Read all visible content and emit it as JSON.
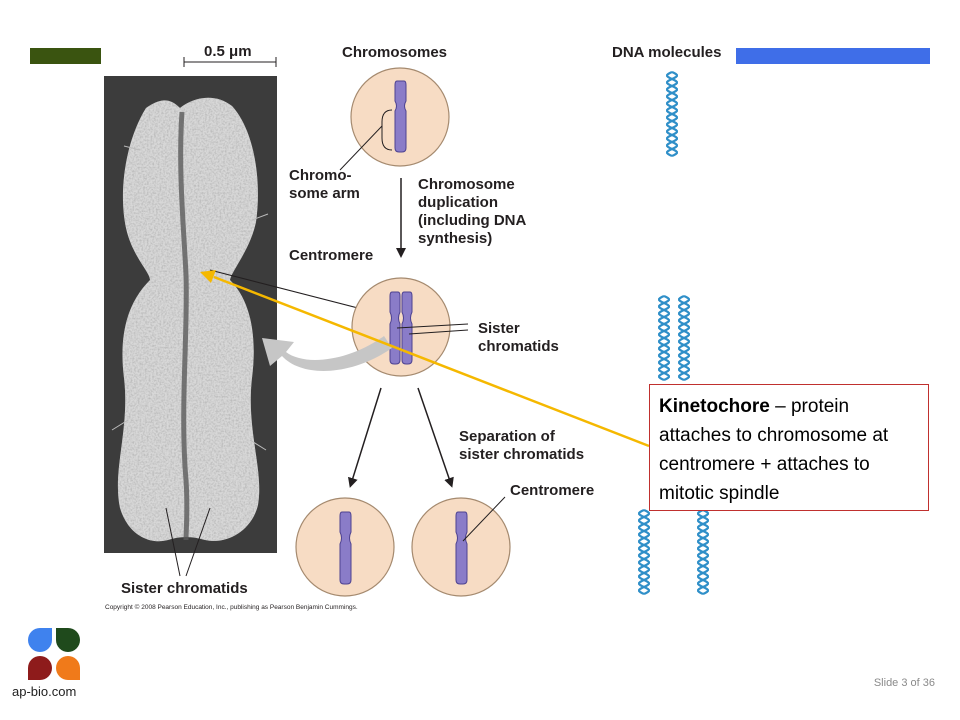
{
  "header": {
    "scale_label": "0.5 μm",
    "chromosomes_label": "Chromosomes",
    "dna_label": "DNA molecules"
  },
  "labels": {
    "chromosome_arm": [
      "Chromo-",
      "some arm"
    ],
    "duplication": [
      "Chromosome",
      "duplication",
      "(including DNA",
      "synthesis)"
    ],
    "centromere_top": "Centromere",
    "sister_chromatids_mid": [
      "Sister",
      "chromatids"
    ],
    "separation": [
      "Separation of",
      "sister chromatids"
    ],
    "centromere_bottom": "Centromere",
    "sister_chromatids_bottom": "Sister chromatids",
    "copyright": "Copyright © 2008 Pearson Education, Inc., publishing as Pearson Benjamin Cummings."
  },
  "callout": {
    "term": "Kinetochore",
    "text": " – protein attaches to chromosome at centromere + attaches to mitotic spindle"
  },
  "footer": {
    "site": "ap-bio.com",
    "slide": "Slide 3 of 36"
  },
  "colors": {
    "accent_left": "#3a5410",
    "accent_right": "#3f6ee8",
    "callout_border": "#c0302e",
    "pointer": "#f5b800",
    "chromosome": "#8a7cc8",
    "cell_fill": "#f7dcc4",
    "dna": "#2f8fc8",
    "logo": [
      "#3f82ee",
      "#1f4a1c",
      "#8e1b1b",
      "#f07a1a"
    ]
  }
}
